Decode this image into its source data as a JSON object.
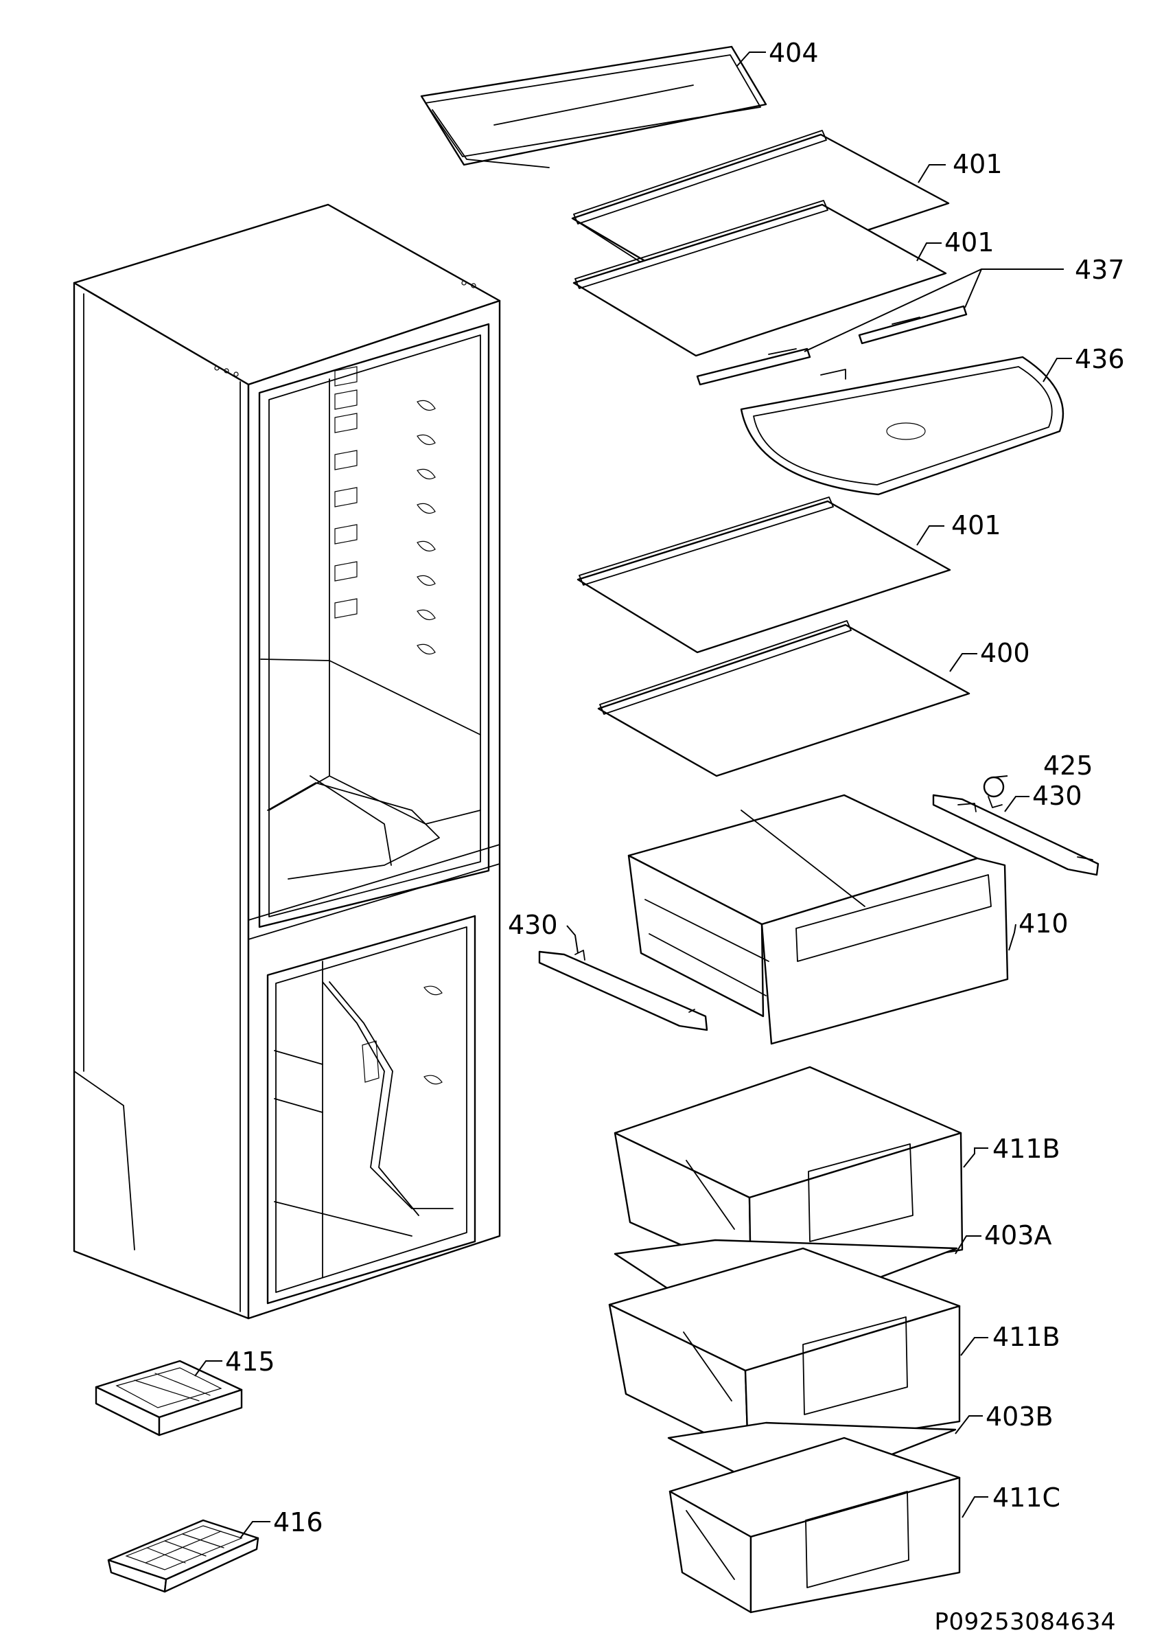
{
  "document_code": "P09253084634",
  "labels": {
    "l404": "404",
    "l401a": "401",
    "l401b": "401",
    "l437": "437",
    "l436": "436",
    "l401c": "401",
    "l400": "400",
    "l425": "425",
    "l430r": "430",
    "l430l": "430",
    "l410": "410",
    "l411b1": "411B",
    "l403a": "403A",
    "l411b2": "411B",
    "l403b": "403B",
    "l411c": "411C",
    "l415": "415",
    "l416": "416"
  }
}
